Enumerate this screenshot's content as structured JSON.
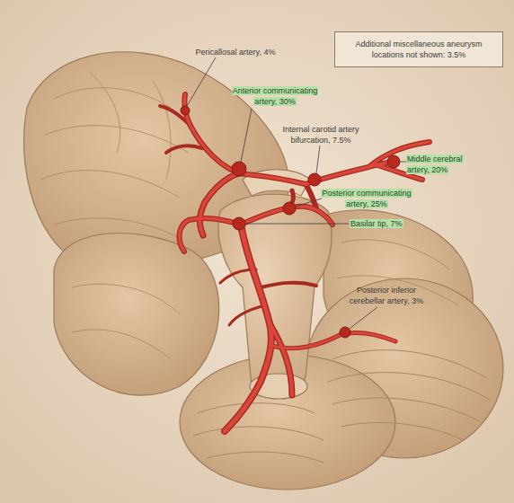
{
  "diagram": {
    "nodes": [
      {
        "text": [
          "Additional miscellaneous aneurysm locations not shown: 3.5%"
        ]
      },
      {
        "text": [
          "Anterior communicating artery, 30%"
        ]
      },
      {
        "text": [
          "Middle cerebral artery, 20%"
        ]
      },
      {
        "text": [
          "Posterior communicating artery, 25%"
        ]
      },
      {
        "text": [
          "Basilar tip, 7%"
        ]
      }
    ],
    "labels": [
      "Pericallosal artery, 4%",
      "Internal carotid artery bifurcation, 7.5%",
      "Posterior inferior cerebellar artery, 3%"
    ]
  }
}
